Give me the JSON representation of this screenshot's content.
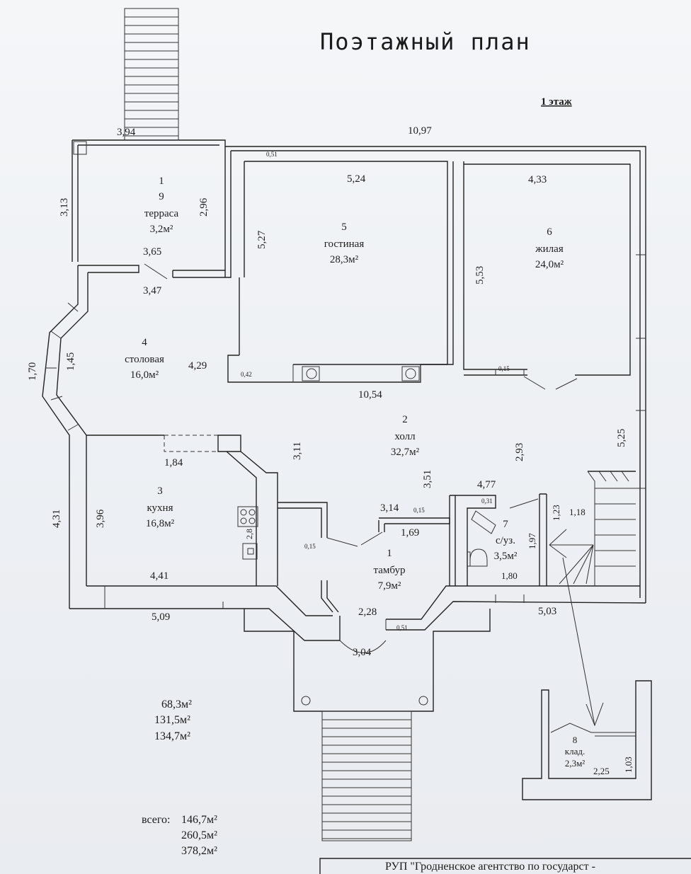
{
  "title": "Поэтажный план",
  "floor": "1 этаж",
  "rooms": [
    {
      "num": "1",
      "num2": "9",
      "name": "терраса",
      "area": "3,2м²"
    },
    {
      "num": "5",
      "name": "гостиная",
      "area": "28,3м²"
    },
    {
      "num": "6",
      "name": "жилая",
      "area": "24,0м²"
    },
    {
      "num": "4",
      "name": "столовая",
      "area": "16,0м²"
    },
    {
      "num": "2",
      "name": "холл",
      "area": "32,7м²"
    },
    {
      "num": "3",
      "name": "кухня",
      "area": "16,8м²"
    },
    {
      "num": "1",
      "name": "тамбур",
      "area": "7,9м²"
    },
    {
      "num": "7",
      "name": "с/уз.",
      "area": "3,5м²"
    },
    {
      "num": "8",
      "name": "клад.",
      "area": "2,3м²"
    }
  ],
  "dims": {
    "d394": "3,94",
    "d1097": "10,97",
    "d313": "3,13",
    "d296": "2,96",
    "d051a": "0,51",
    "d524": "5,24",
    "d433": "4,33",
    "d527": "5,27",
    "d553": "5,53",
    "d365": "3,65",
    "d347": "3,47",
    "d170": "1,70",
    "d145": "1,45",
    "d429": "4,29",
    "d042": "0,42",
    "d015a": "0,15",
    "d1054": "10,54",
    "d311": "3,11",
    "d293": "2,93",
    "d525": "5,25",
    "d184": "1,84",
    "d351": "3,51",
    "d477": "4,77",
    "d031": "0,31",
    "d431": "4,31",
    "d396": "3,96",
    "d314": "3,14",
    "d015b": "0,15",
    "d169": "1,69",
    "d123": "1,23",
    "d118": "1,18",
    "d197": "1,97",
    "d015c": "0,15",
    "d441": "4,41",
    "d180": "1,80",
    "d228": "2,28",
    "d509": "5,09",
    "d503": "5,03",
    "d051b": "0,51",
    "d304": "3,04",
    "d225": "2,25",
    "d103": "1,03",
    "d28": "2,8"
  },
  "summary": {
    "a1": "68,3м²",
    "a2": "131,5м²",
    "a3": "134,7м²",
    "total_label": "всего:",
    "t1": "146,7м²",
    "t2": "260,5м²",
    "t3": "378,2м²"
  },
  "footer": "РУП \"Гродненское агентство по государст -"
}
